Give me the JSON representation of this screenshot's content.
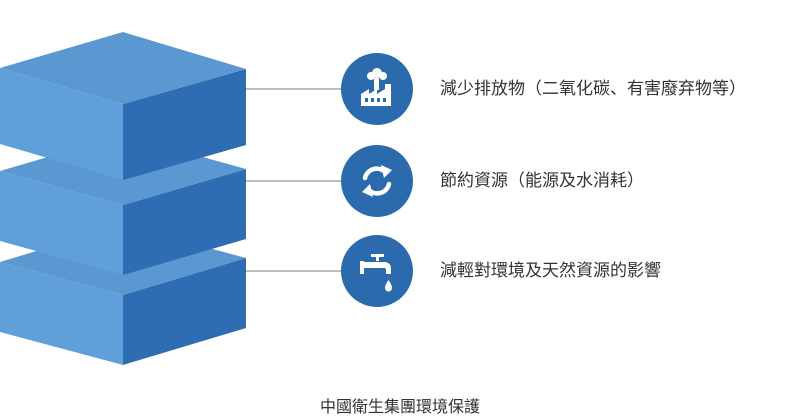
{
  "colors": {
    "block_top": "#5b97d0",
    "block_left": "#5fa0db",
    "block_right": "#2e6db4",
    "circle": "#2a6aad",
    "connector": "#bdbdbd"
  },
  "items": [
    {
      "label": "減少排放物（二氧化碳、有害廢弃物等）",
      "icon": "factory-icon"
    },
    {
      "label": "節約資源（能源及水消耗）",
      "icon": "recycle-arrows-icon"
    },
    {
      "label": "減輕對環境及天然資源的影響",
      "icon": "water-tap-icon"
    }
  ],
  "caption": "中國衛生集團環境保護"
}
